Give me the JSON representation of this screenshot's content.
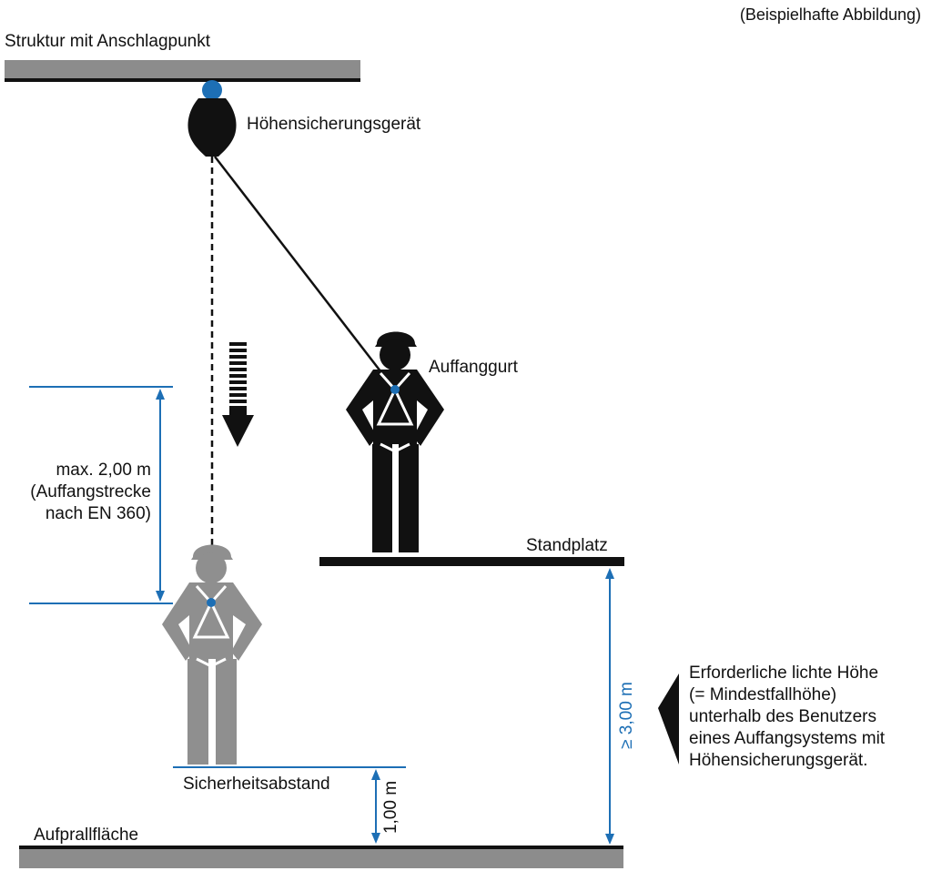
{
  "note": "(Beispielhafte Abbildung)",
  "labels": {
    "structure": "Struktur mit Anschlagpunkt",
    "device": "Höhensicherungsgerät",
    "harness": "Auffanggurt",
    "platform": "Standplatz",
    "safety_distance": "Sicherheitsabstand",
    "impact_surface": "Aufprallfläche"
  },
  "dimensions": {
    "fall_distance": {
      "line1": "max. 2,00 m",
      "line2": "(Auffangstrecke",
      "line3": "nach EN 360)"
    },
    "clearance": "≥ 3,00 m",
    "safety": "1,00 m"
  },
  "callout": {
    "line1": "Erforderliche lichte Höhe",
    "line2": "(= Mindestfallhöhe)",
    "line3": "unterhalb des Benutzers",
    "line4": "eines Auffangsystems mit",
    "line5": "Höhensicherungsgerät."
  },
  "colors": {
    "accent_blue": "#1d6fb5",
    "bar_gray": "#8c8c8c",
    "figure_black": "#111111",
    "figure_gray": "#8f8f8f"
  }
}
